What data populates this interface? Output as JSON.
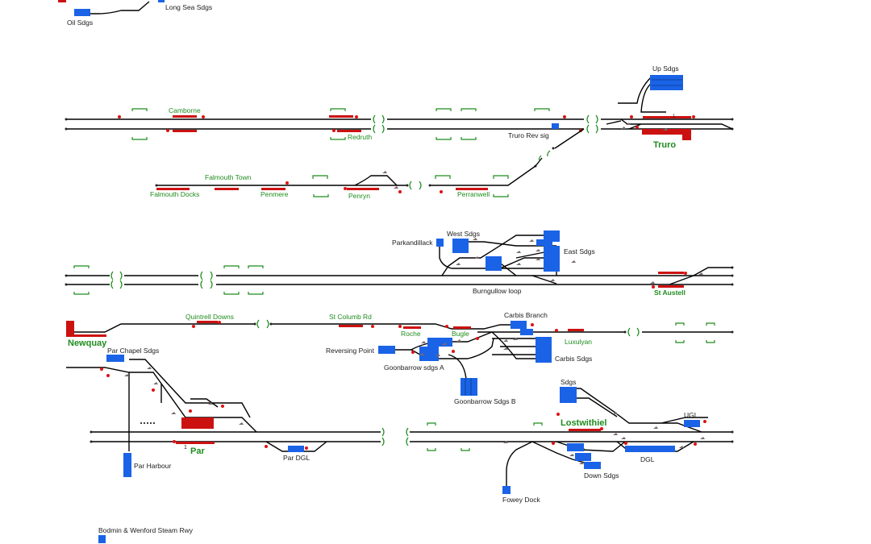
{
  "labels": {
    "oil_sdgs": "Oil Sdgs",
    "long_sea_sdgs": "Long Sea Sdgs",
    "up_sdgs": "Up Sdgs",
    "camborne": "Camborne",
    "redruth": "Redruth",
    "truro_rev_sig": "Truro Rev sig",
    "truro": "Truro",
    "falmouth_town": "Falmouth Town",
    "falmouth_docks": "Falmouth Docks",
    "penmere": "Penmere",
    "penryn": "Penryn",
    "perranwell": "Perranwell",
    "parkandillack": "Parkandillack",
    "west_sdgs": "West Sdgs",
    "east_sdgs": "East Sdgs",
    "burngullow_loop": "Burngullow loop",
    "st_austell": "St Austell",
    "quintrell_downs": "Quintrell Downs",
    "st_columb_rd": "St Columb Rd",
    "carbis_branch": "Carbis Branch",
    "newquay": "Newquay",
    "roche": "Roche",
    "bugle": "Bugle",
    "luxulyan": "Luxulyan",
    "par_chapel_sdgs": "Par Chapel Sdgs",
    "reversing_point": "Reversing Point",
    "goonbarrow_sdgs_a": "Goonbarrow sdgs A",
    "carbis_sdgs": "Carbis Sdgs",
    "goonbarrow_sdgs_b": "Goonbarrow Sdgs B",
    "sdgs": "Sdgs",
    "lostwithiel": "Lostwithiel",
    "ugl": "UGL",
    "par": "Par",
    "par_numeral": "1",
    "par_dgl": "Par DGL",
    "dgl": "DGL",
    "down_sdgs": "Down Sdgs",
    "par_harbour": "Par Harbour",
    "fowey_dock": "Fowey Dock",
    "bodmin": "Bodmin & Wenford Steam Rwy"
  },
  "colors": {
    "track": "#000000",
    "platform": "#cc1111",
    "siding": "#1a63e6",
    "station_label": "#1e8c1e",
    "signal": "#dd1111",
    "points": "#7a6a6a"
  }
}
